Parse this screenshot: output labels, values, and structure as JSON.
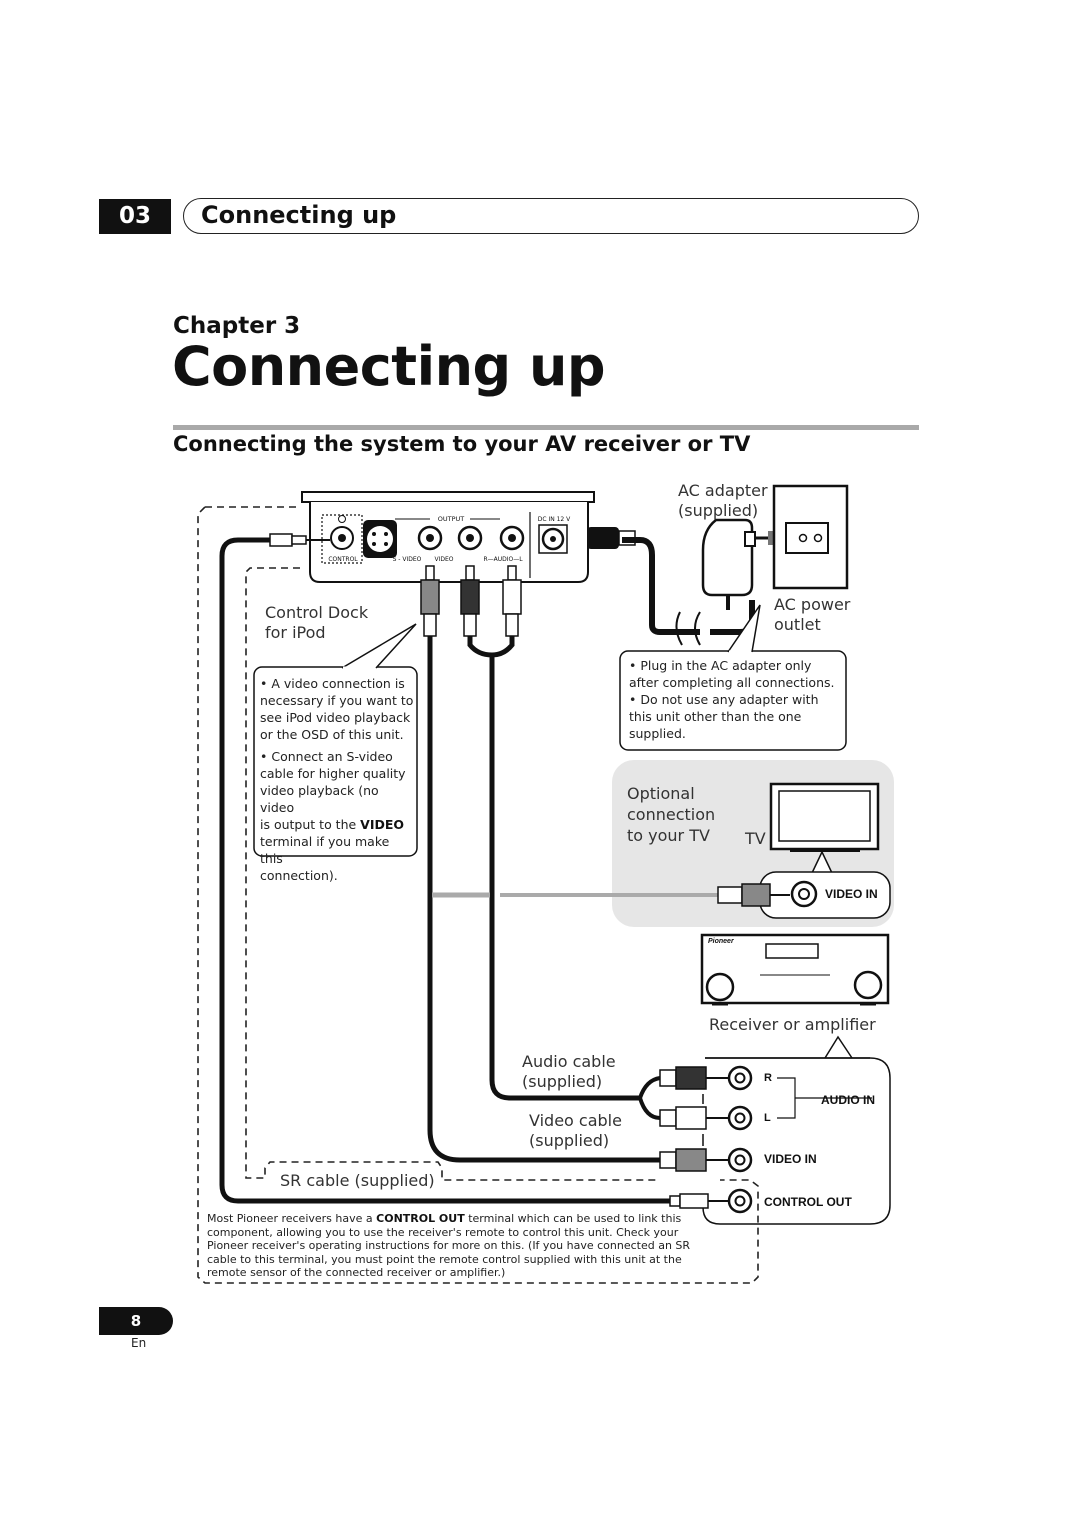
{
  "header": {
    "chapter_number": "03",
    "title": "Connecting up"
  },
  "chapter": {
    "label": "Chapter 3",
    "title": "Connecting up"
  },
  "section": {
    "title": "Connecting the system to your AV receiver or TV"
  },
  "diagram": {
    "dock_panel": {
      "output": "OUTPUT",
      "dc_in": "DC IN 12 V",
      "control": "CONTROL",
      "s_video": "S - VIDEO",
      "video": "VIDEO",
      "audio": "R—AUDIO—L"
    },
    "labels": {
      "ac_adapter_1": "AC adapter",
      "ac_adapter_2": "(supplied)",
      "ac_power_1": "AC power",
      "ac_power_2": "outlet",
      "dock_1": "Control Dock",
      "dock_2": "for iPod",
      "optional_1": "Optional",
      "optional_2": "connection",
      "optional_3": "to your TV",
      "tv": "TV",
      "video_in_tv": "VIDEO IN",
      "receiver": "Receiver or amplifier",
      "audio_cable_1": "Audio cable",
      "audio_cable_2": "(supplied)",
      "video_cable_1": "Video cable",
      "video_cable_2": "(supplied)",
      "sr_cable": "SR cable (supplied)",
      "jack_r": "R",
      "jack_l": "L",
      "audio_in": "AUDIO IN",
      "video_in_rx": "VIDEO IN",
      "control_out": "CONTROL OUT",
      "pioneer_logo": "Pioneer"
    },
    "left_note": {
      "p1": [
        "• A video connection is",
        "necessary if you want to",
        "see iPod video playback",
        "or the OSD of this unit."
      ],
      "p2a": [
        "• Connect an S-video",
        "cable for higher quality",
        "video playback (no video"
      ],
      "p2b_pre": "is output to the ",
      "p2b_bold": "VIDEO",
      "p2c": [
        "terminal if you make this",
        "connection)."
      ]
    },
    "right_note": [
      "• Plug in the AC adapter only",
      "after completing all connections.",
      "• Do not use any adapter with",
      "this unit other than the one",
      "supplied."
    ],
    "bottom_note": {
      "l1_pre": "Most Pioneer receivers have a ",
      "l1_bold": "CONTROL OUT",
      "l1_post": " terminal which can be used to link this",
      "l2": "component, allowing you to use the receiver's remote to control this unit. Check your",
      "l3": "Pioneer receiver's operating instructions for more on this. (If you have connected an SR",
      "l4": "cable to this terminal, you must point the remote control supplied with this unit at the",
      "l5": "remote sensor of the connected receiver or amplifier.)"
    }
  },
  "footer": {
    "page_number": "8",
    "language": "En"
  }
}
